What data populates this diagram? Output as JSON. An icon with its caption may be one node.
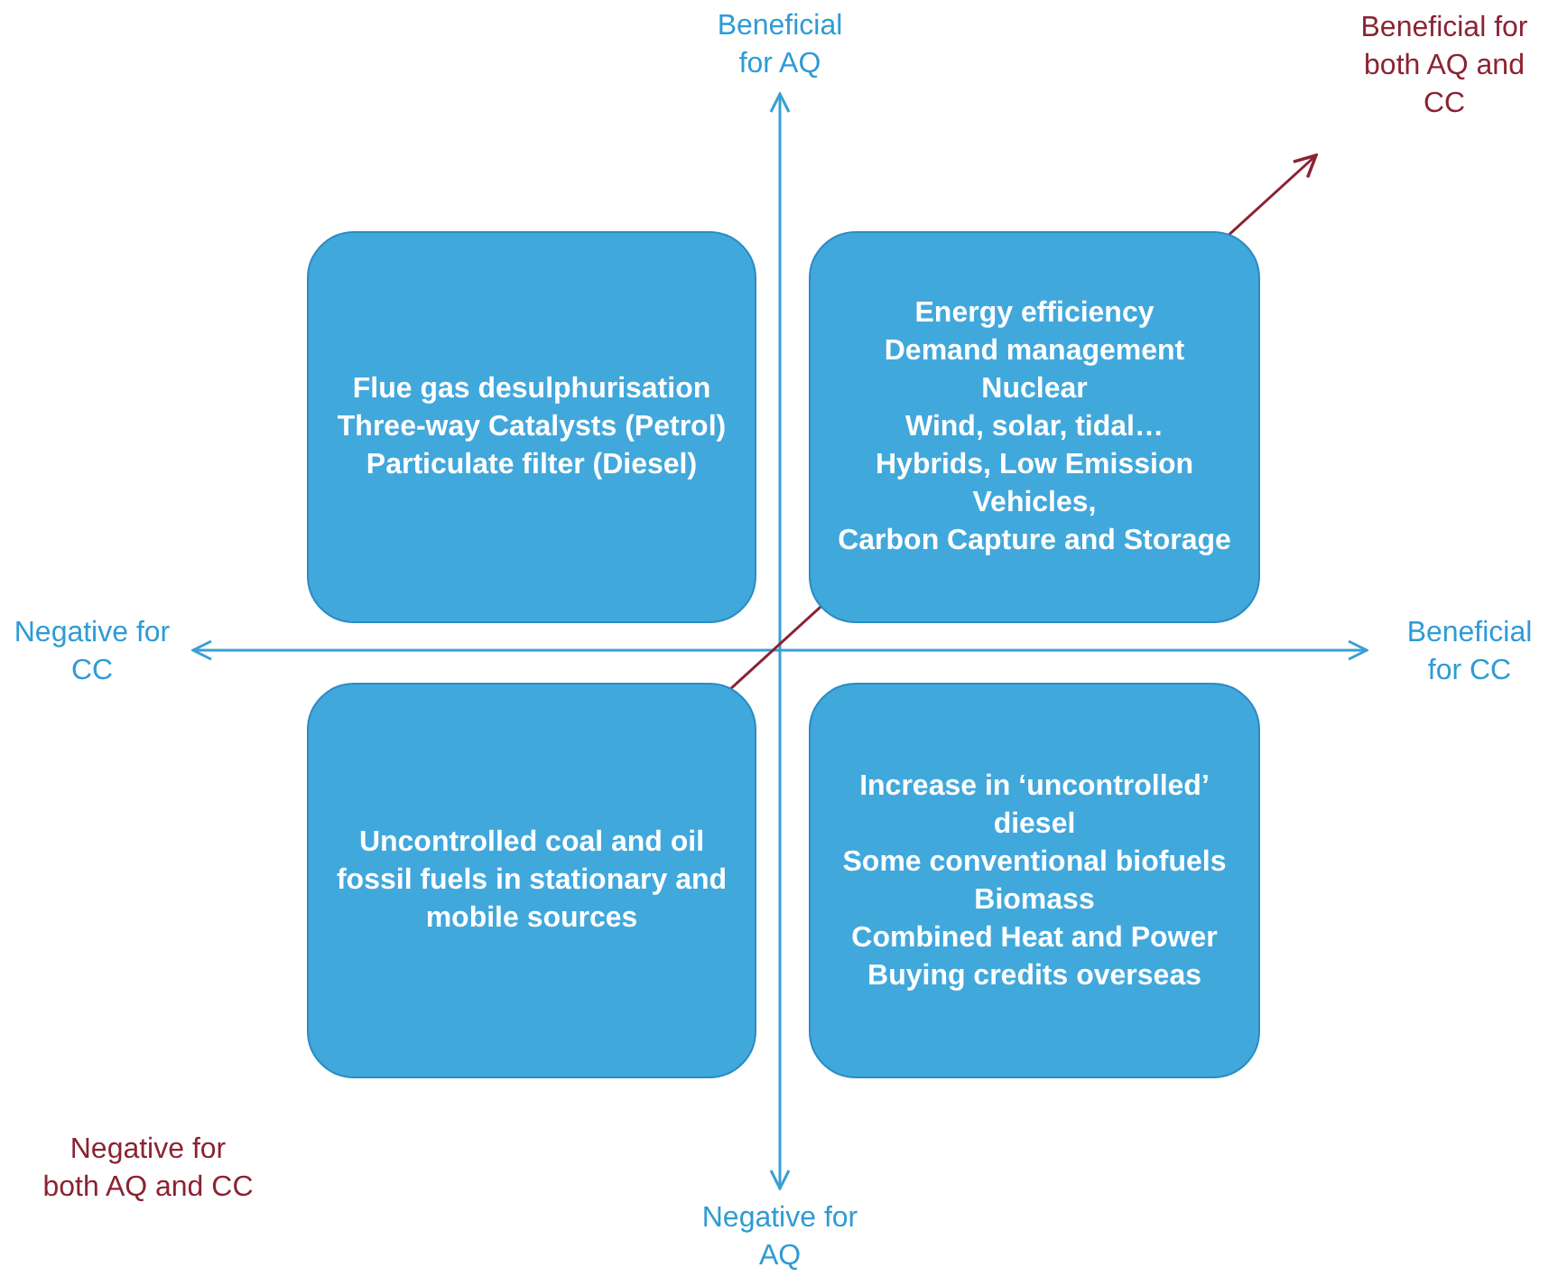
{
  "diagram": {
    "nodes": [
      {
        "text": [
          "Flue gas desulphurisation",
          "Three-way Catalysts (Petrol)",
          "Particulate filter (Diesel)"
        ]
      },
      {
        "text": [
          "Energy efficiency",
          "Demand management",
          "Nuclear",
          "Wind, solar, tidal…",
          "Hybrids, Low Emission Vehicles,",
          "Carbon Capture and Storage"
        ]
      },
      {
        "text": [
          "Uncontrolled coal and oil fossil fuels in stationary and mobile sources"
        ]
      },
      {
        "text": [
          "Increase in ‘uncontrolled’ diesel",
          "Some conventional biofuels",
          "Biomass",
          "Combined Heat and Power",
          "Buying credits overseas"
        ]
      }
    ],
    "labels": [
      "Beneficial for AQ",
      "Beneficial for both AQ and CC",
      "Negative for CC",
      "Beneficial for CC",
      "Negative for both AQ and CC",
      "Negative for AQ"
    ]
  }
}
